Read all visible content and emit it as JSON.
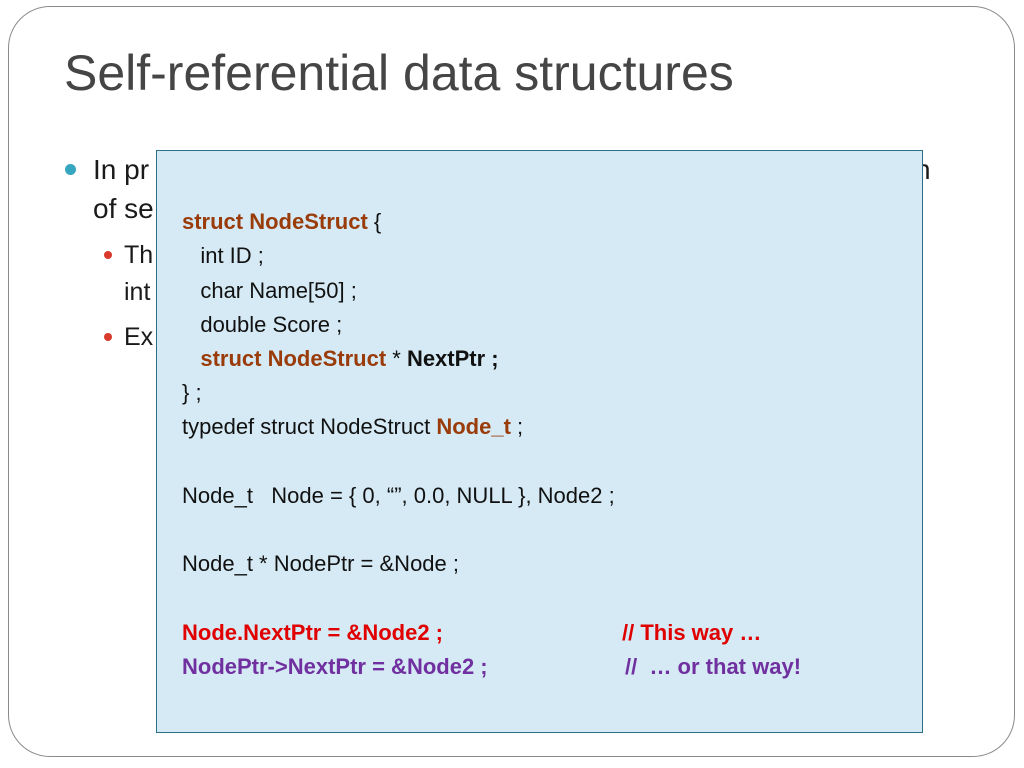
{
  "slide": {
    "title": "Self-referential data structures",
    "bullets": {
      "b1_line1_visible_start": "In pr",
      "b1_line1_visible_end": "n",
      "b1_line2_visible_start": "of se",
      "b2_line1_visible_start": "Th",
      "b2_line2_visible_start": "int",
      "b3_visible_start": "Ex"
    }
  },
  "code": {
    "l1_kw": "struct NodeStruct",
    "l1_rest": " {",
    "l2": "   int ID ;",
    "l3": "   char Name[50] ;",
    "l4": "   double Score ;",
    "l5_indent": "   ",
    "l5_kw": "struct NodeStruct",
    "l5_rest": " * ",
    "l5_bold": "NextPtr ;",
    "l6": "} ;",
    "l7_plain": "typedef struct NodeStruct ",
    "l7_kw": "Node_t",
    "l7_rest": " ;",
    "l8": "Node_t   Node = { 0, “”, 0.0, NULL }, Node2 ;",
    "l9": "Node_t * NodePtr = &Node ;",
    "l10_code": "Node.NextPtr = &Node2 ;",
    "l10_comment": "// This way …",
    "l11_code": "NodePtr->NextPtr = &Node2 ;",
    "l11_comment": "//  … or that way!"
  },
  "colors": {
    "title": "#454545",
    "bullet_l1": "#36a6c0",
    "bullet_l2": "#d93a2b",
    "code_bg": "#d5eaf4",
    "code_border": "#2b6f86",
    "keyword": "#9a3b0a",
    "red": "#e00000",
    "purple": "#7030a0"
  }
}
